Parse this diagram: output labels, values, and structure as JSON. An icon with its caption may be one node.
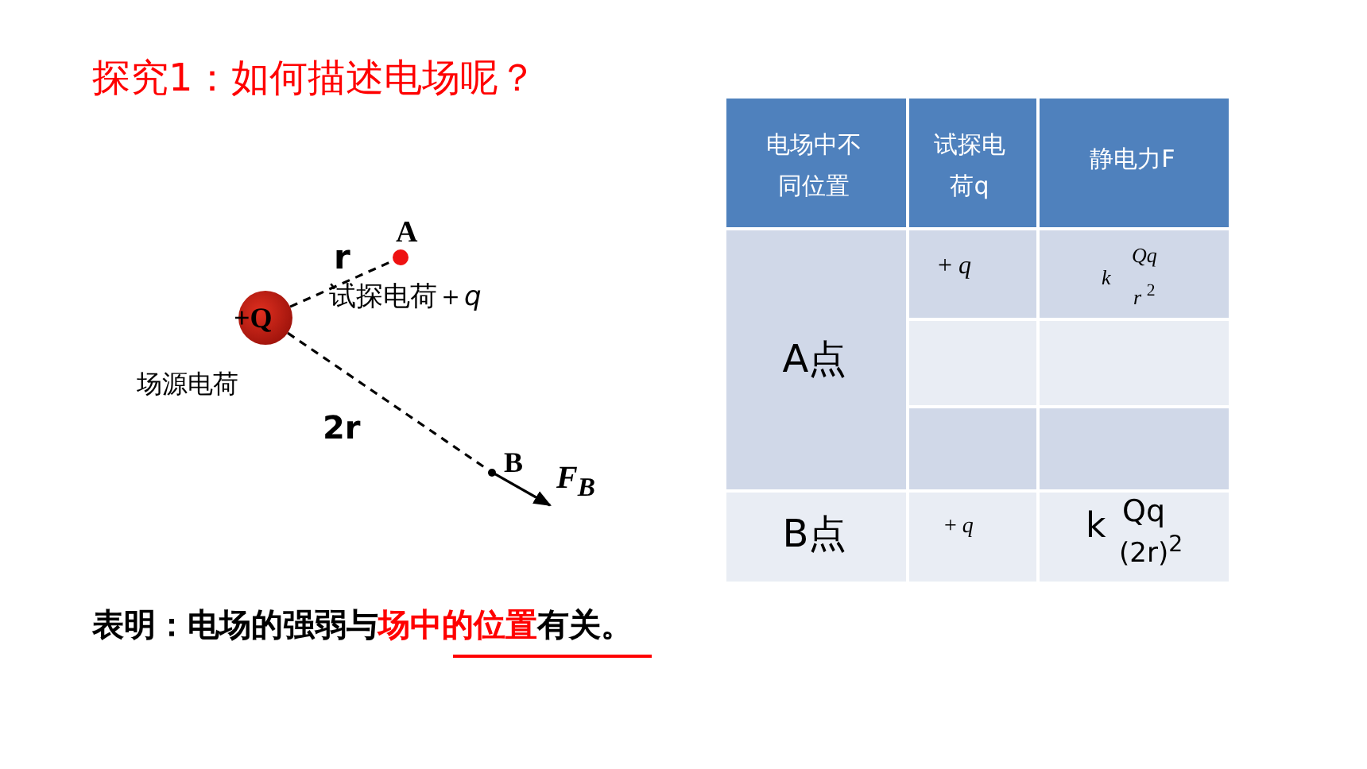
{
  "diagram": {
    "title": "探究1：如何描述电场呢？",
    "nodes": [
      {
        "text": [
          "+Q"
        ],
        "beside": [
          "场源电荷"
        ]
      },
      {
        "text": [],
        "shape": "circle",
        "beside": [
          "A",
          "试探电荷＋*q*"
        ]
      },
      {
        "text": [],
        "shape": "circle",
        "beside": [
          "B"
        ]
      }
    ],
    "edges": [
      {
        "from": 0,
        "to": 1,
        "arrow": "none",
        "style": "dashed",
        "label": "r"
      },
      {
        "from": 0,
        "to": 2,
        "arrow": "none",
        "style": "dashed",
        "label": "2r"
      },
      {
        "from": 2,
        "to": null,
        "arrow": "to",
        "label": "*F*$_{B}$"
      }
    ],
    "labels": [
      "电场中不同位置",
      "试探电荷q",
      "静电力F",
      "A点",
      "+ *q*",
      "k",
      "Qq",
      "*r* $^{2}$",
      "B点",
      "+ *q*",
      "k",
      "Qq",
      "(2r)$^{2}$",
      "表明：电场的强弱与**场中的位置**有关。"
    ]
  }
}
